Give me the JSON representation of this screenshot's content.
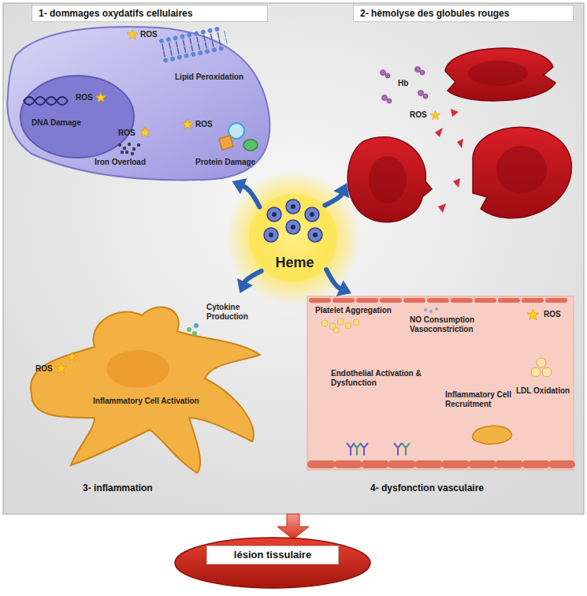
{
  "diagram": {
    "nodes": [
      {
        "text": [
          "1- dommages oxydatifs cellulaires",
          "ROS",
          "Lipid Peroxidation",
          "ROS",
          "DNA Damage",
          "ROS",
          "Iron Overload",
          "ROS",
          "Protein Damage"
        ]
      },
      {
        "text": [
          "2- hèmolyse des globules rouges",
          "Hb",
          "ROS"
        ]
      },
      {
        "text": [
          "Heme"
        ]
      },
      {
        "text": [
          "3- inflammation",
          "Cytokine Production",
          "ROS",
          "Inflammatory Cell Activation"
        ]
      },
      {
        "text": [
          "4- dysfonction vasculaire",
          "Platelet Aggregation",
          "NO Consumption Vasoconstriction",
          "ROS",
          "LDL Oxidation",
          "Endothelial Activation & Dysfunction",
          "Inflammatory Cell Recruitment"
        ]
      },
      {
        "text": [
          "lésion tissulaire"
        ]
      }
    ],
    "edges": [
      {
        "from": 2,
        "to": 0,
        "arrow": "to"
      },
      {
        "from": 2,
        "to": 1,
        "arrow": "to"
      },
      {
        "from": 2,
        "to": 3,
        "arrow": "to"
      },
      {
        "from": 2,
        "to": 4,
        "arrow": "to"
      }
    ]
  }
}
